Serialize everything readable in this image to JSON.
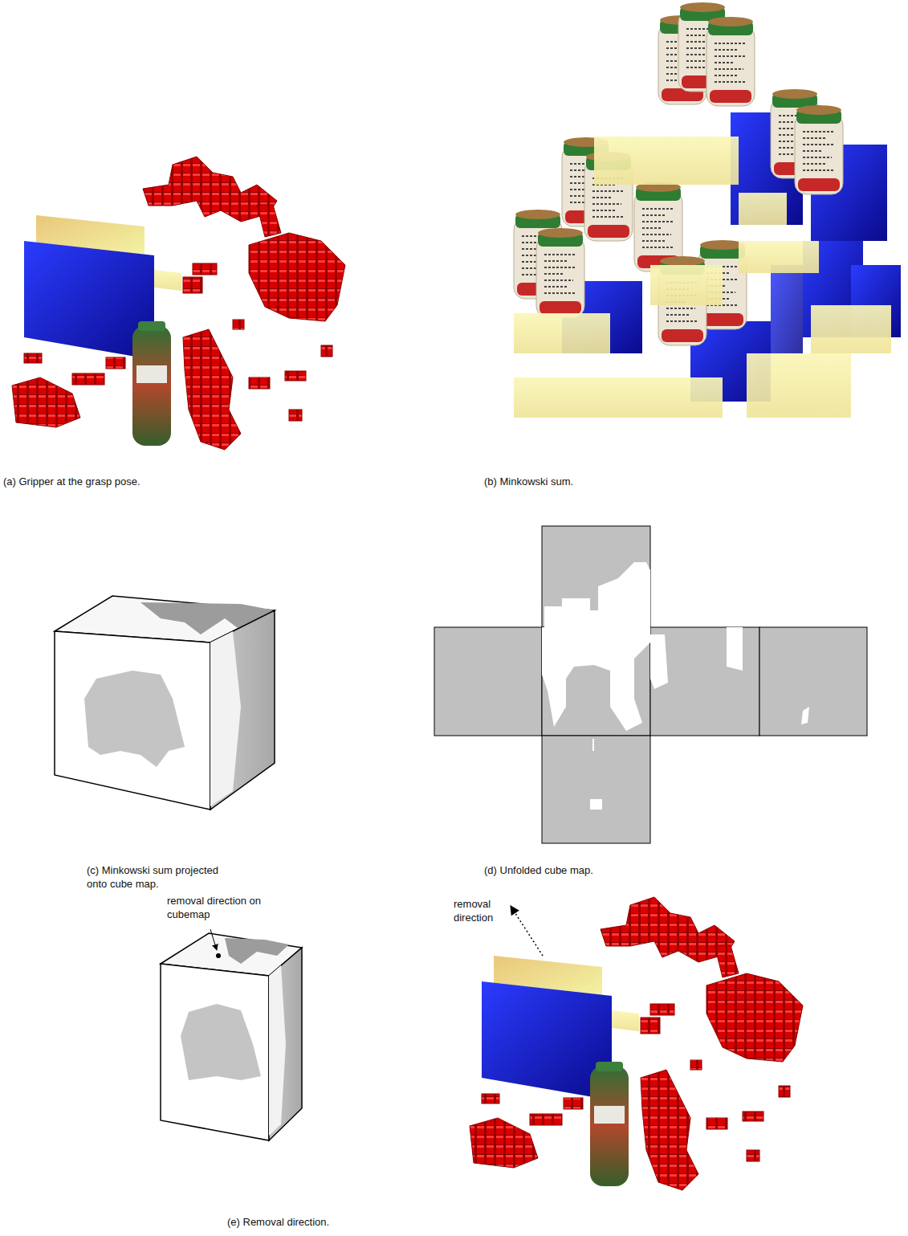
{
  "diagram": {
    "labels": [
      "(a) Gripper at the grasp pose.",
      "(b) Minkowski sum.",
      "(c) Minkowski sum projected onto cube map.",
      "(d) Unfolded cube map.",
      "removal direction on cubemap",
      "removal direction",
      "(e) Removal direction."
    ]
  }
}
